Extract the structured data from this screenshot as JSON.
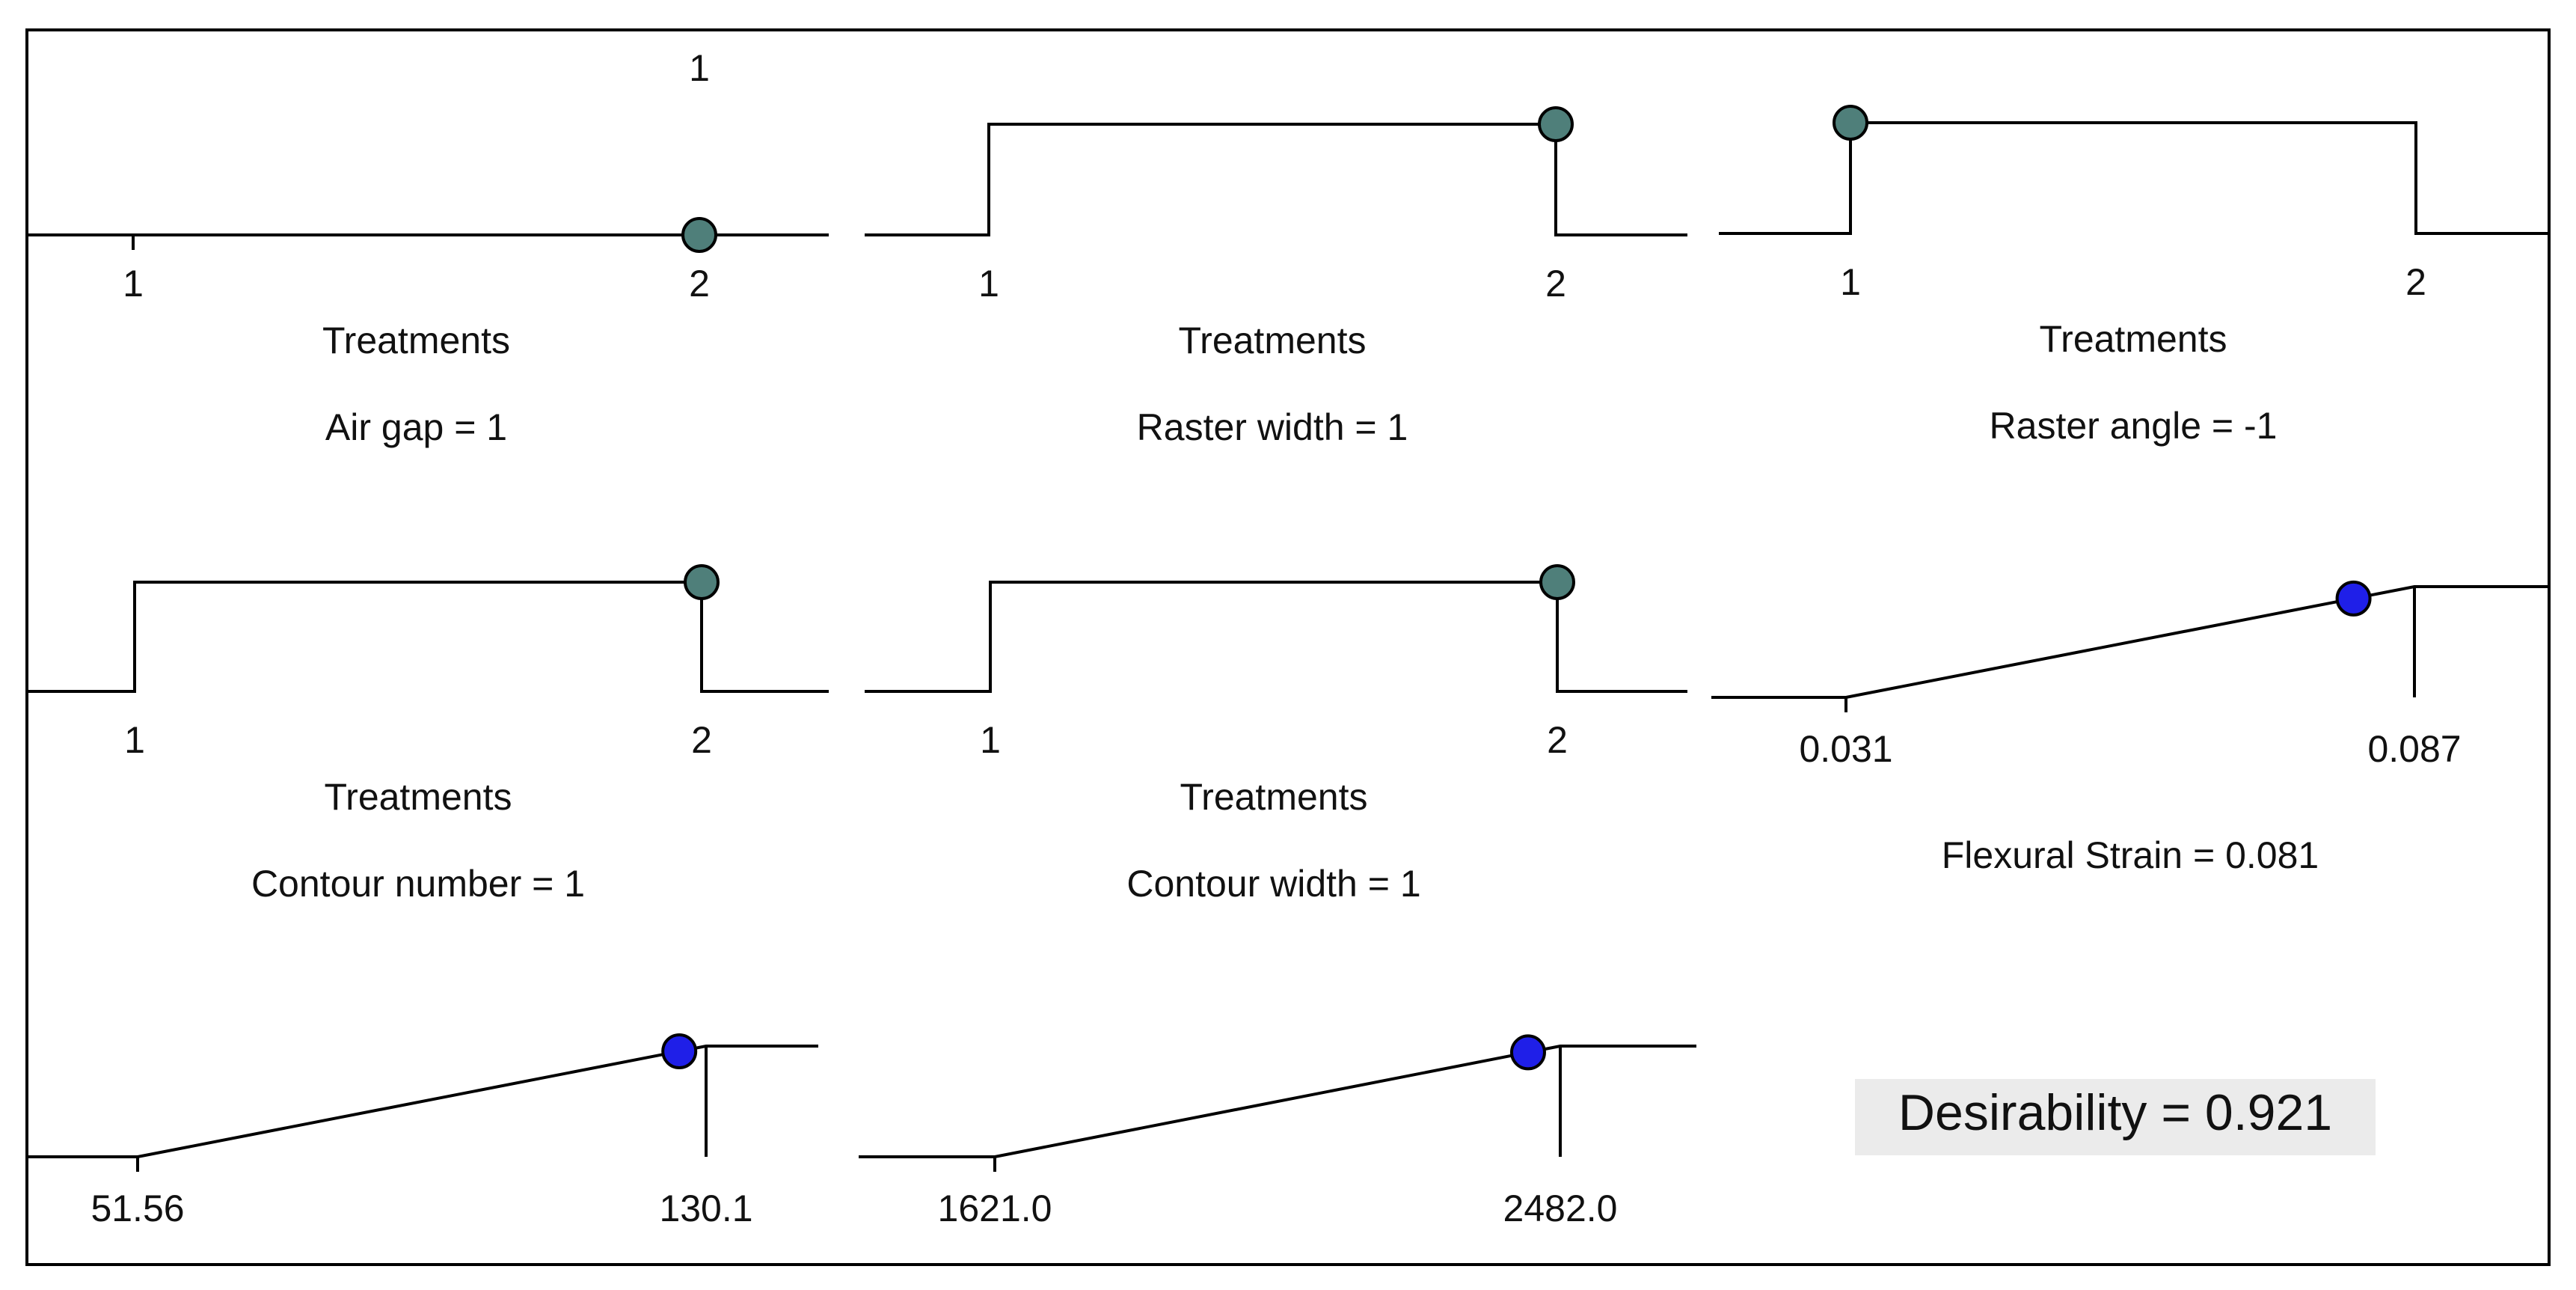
{
  "chart_data": [
    {
      "type": "ramp",
      "kind": "categoric",
      "levels": [
        "1",
        "2"
      ],
      "value_label": "1",
      "xlabel": "Treatments",
      "title": "Air gap = 1",
      "selected_level": "2",
      "point_color": "#4f7f7a",
      "desirability_profile": [
        [
          0,
          0
        ],
        [
          1,
          0
        ]
      ]
    },
    {
      "type": "ramp",
      "kind": "categoric",
      "levels": [
        "1",
        "2"
      ],
      "xlabel": "Treatments",
      "title": "Raster width = 1",
      "selected_level": "2",
      "point_color": "#4f7f7a",
      "desirability_profile": [
        [
          0,
          0
        ],
        [
          0,
          1
        ],
        [
          1,
          1
        ],
        [
          1,
          0
        ]
      ]
    },
    {
      "type": "ramp",
      "kind": "categoric",
      "levels": [
        "1",
        "2"
      ],
      "xlabel": "Treatments",
      "title": "Raster angle = -1",
      "selected_level": "1",
      "point_color": "#4f7f7a",
      "desirability_profile": [
        [
          0,
          0
        ],
        [
          0,
          1
        ],
        [
          1,
          1
        ],
        [
          1,
          0
        ]
      ]
    },
    {
      "type": "ramp",
      "kind": "categoric",
      "levels": [
        "1",
        "2"
      ],
      "xlabel": "Treatments",
      "title": "Contour number = 1",
      "selected_level": "2",
      "point_color": "#4f7f7a",
      "desirability_profile": [
        [
          0,
          0
        ],
        [
          0,
          1
        ],
        [
          1,
          1
        ],
        [
          1,
          0
        ]
      ]
    },
    {
      "type": "ramp",
      "kind": "categoric",
      "levels": [
        "1",
        "2"
      ],
      "xlabel": "Treatments",
      "title": "Contour width = 1",
      "selected_level": "2",
      "point_color": "#4f7f7a",
      "desirability_profile": [
        [
          0,
          0
        ],
        [
          0,
          1
        ],
        [
          1,
          1
        ],
        [
          1,
          0
        ]
      ]
    },
    {
      "type": "ramp",
      "kind": "response",
      "min": 0.031,
      "max": 0.087,
      "min_label": "0.031",
      "max_label": "0.087",
      "value": 0.081,
      "title": "Flexural Strain = 0.081",
      "point_color": "#1f1fe8"
    },
    {
      "type": "ramp",
      "kind": "response",
      "min": 51.56,
      "max": 130.1,
      "min_label": "51.56",
      "max_label": "130.1",
      "value": 126.4,
      "title": "",
      "point_color": "#1f1fe8"
    },
    {
      "type": "ramp",
      "kind": "response",
      "min": 1621.0,
      "max": 2482.0,
      "min_label": "1621.0",
      "max_label": "2482.0",
      "value": 2433.0,
      "title": "",
      "point_color": "#1f1fe8"
    }
  ],
  "desirability": {
    "label": "Desirability = 0.921",
    "box_color": "#ebebeb"
  }
}
